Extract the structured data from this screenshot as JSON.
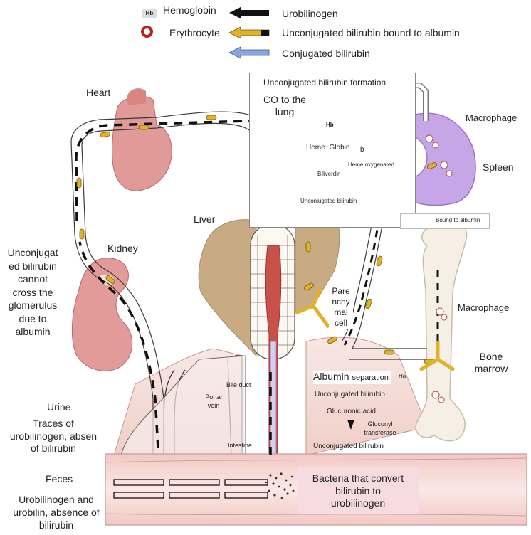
{
  "legend": {
    "hb_badge": "Hb",
    "hemoglobin": "Hemoglobin",
    "erythrocyte": "Erythrocyte",
    "urobilinogen": "Urobilinogen",
    "unconj_albumin": "Unconjugated bilirubin bound to albumin",
    "conjugated": "Conjugated bilirubin",
    "colors": {
      "urobilinogen": "#111111",
      "unconj_albumin": "#e0b12a",
      "conjugated": "#8aa6e0",
      "erythrocyte": "#b3261e"
    }
  },
  "organs": {
    "heart": "Heart",
    "liver": "Liver",
    "kidney": "Kidney",
    "macrophage_spleen": "Macrophage",
    "spleen": "Spleen",
    "macrophage_bone": "Macrophage",
    "bone_marrow": "Bone\nmarrow",
    "parenchymal_cell": "Pare\nnchy\nmal\ncell",
    "bile_duct": "Bile duct",
    "portal_vein": "Portal\nvein",
    "intestine": "Intestine"
  },
  "formation_box": {
    "title": "Unconjugated bilirubin formation",
    "co": "CO to the\nlung",
    "hb": "Hb",
    "heme_globin": "Heme+Globin",
    "b": "b",
    "heme_oxygenated": "Heme oxygenated",
    "biliverdin": "Biliverdin",
    "unconj": "Unconjugated bilirubin",
    "bound_albumin": "Bound to albumin"
  },
  "kidney_note": "Unconjugat\ned bilirubin\ncannot\ncross the\nglomerulus\ndue to\nalbumin",
  "albumin_sep": {
    "albumin": "Albumin",
    "separation": "separation",
    "unconj": "Unconjugated bilirubin",
    "plus": "+",
    "glucuronic": "Glucuronic acid",
    "enzyme": "Gluconyl\ntransferase",
    "result": "Unconjugated bilirubin"
  },
  "urine": {
    "title": "Urine",
    "desc": "Traces of\nurobilinogen, absen\nof bilirubin"
  },
  "feces": {
    "title": "Feces",
    "desc": "Urobilinogen and\nurobilin, absence of\nbilirubin"
  },
  "bacteria": "Bacteria that convert\nbilirubin to\nurobilinogen",
  "stray": {
    "ha": "Ha"
  }
}
